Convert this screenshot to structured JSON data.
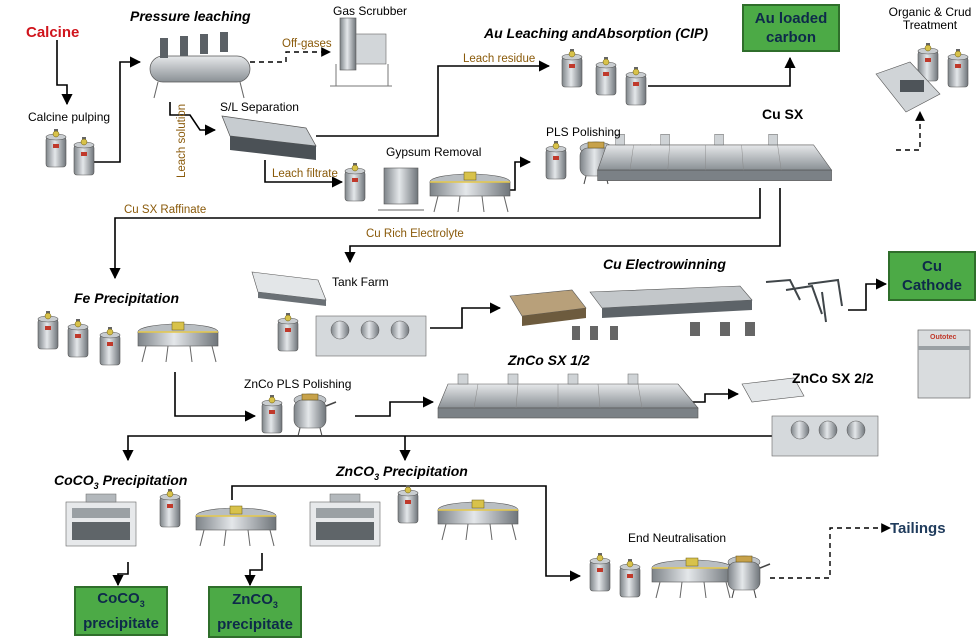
{
  "colors": {
    "feed": "#d0141c",
    "product_fill": "#4caa46",
    "product_text": "#0e2a4a",
    "stream_label": "#8a5a0a",
    "tailings": "#1f3b5c"
  },
  "labels": {
    "calcine": "Calcine",
    "calcine_pulping": "Calcine pulping",
    "pressure_leaching": "Pressure leaching",
    "gas_scrubber": "Gas Scrubber",
    "off_gases": "Off-gases",
    "au_leaching": "Au Leaching andAbsorption (CIP)",
    "leach_residue": "Leach residue",
    "sl_separation": "S/L Separation",
    "leach_solution": "Leach solution",
    "leach_filtrate": "Leach filtrate",
    "gypsum_removal": "Gypsum Removal",
    "pls_polishing": "PLS Polishing",
    "cu_sx": "Cu SX",
    "organic_crud": "Organic & Crud Treatment",
    "cu_sx_raffinate": "Cu SX Raffinate",
    "cu_rich_electrolyte": "Cu Rich Electrolyte",
    "fe_precipitation": "Fe Precipitation",
    "tank_farm": "Tank Farm",
    "cu_electrowinning": "Cu Electrowinning",
    "znco_pls_polishing": "ZnCo PLS Polishing",
    "znco_sx_1": "ZnCo SX 1/2",
    "znco_sx_2": "ZnCo SX 2/2",
    "coco3_precipitation": "CoCO",
    "coco3_precipitation_sub": "3",
    "coco3_precipitation_tail": " Precipitation",
    "znco3_precipitation": "ZnCO",
    "znco3_precipitation_sub": "3",
    "znco3_precipitation_tail": " Precipitation",
    "end_neutralisation": "End Neutralisation",
    "tailings": "Tailings",
    "outotec_logo": "Outotec"
  },
  "products": {
    "au_carbon_line1": "Au loaded",
    "au_carbon_line2": "carbon",
    "cu_cathode_line1": "Cu",
    "cu_cathode_line2": "Cathode",
    "coco3_line1": "CoCO",
    "coco3_sub": "3",
    "coco3_line2": "precipitate",
    "znco3_line1": "ZnCO",
    "znco3_sub": "3",
    "znco3_line2": "precipitate"
  },
  "icons": [
    "tank-icon",
    "autoclave-icon",
    "scrubber-icon",
    "filter-icon",
    "thickener-icon",
    "polishing-filter-icon",
    "sx-settler-icon",
    "electrowinning-cell-icon",
    "cathode-stripper-icon",
    "control-cabinet-icon",
    "precipitation-unit-icon"
  ]
}
